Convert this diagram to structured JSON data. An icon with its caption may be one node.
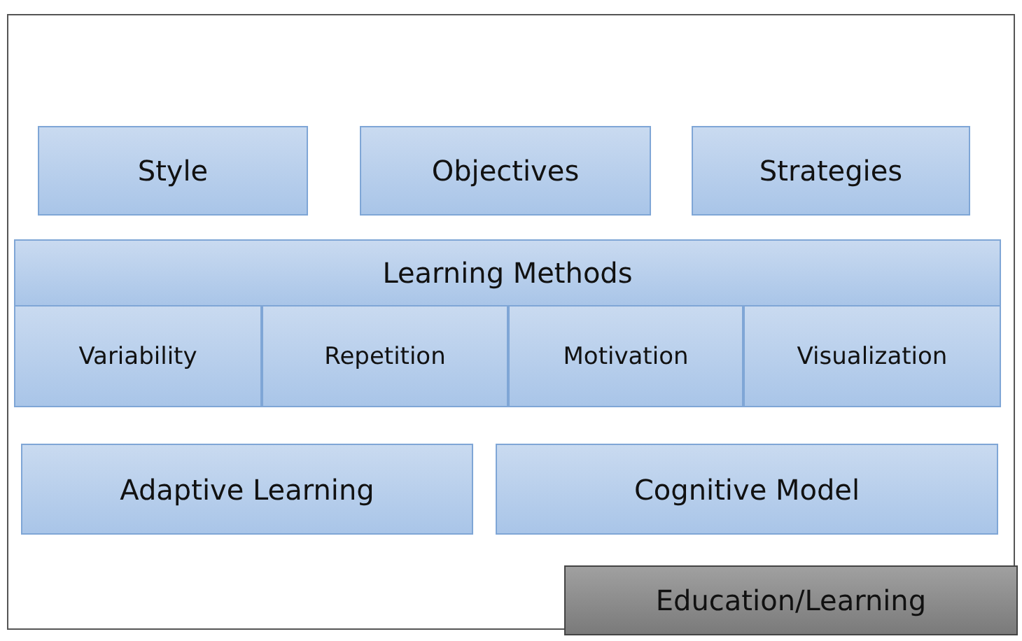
{
  "diagram": {
    "nodes": [
      {
        "text": [
          "Style"
        ]
      },
      {
        "text": [
          "Objectives"
        ]
      },
      {
        "text": [
          "Strategies"
        ]
      },
      {
        "text": [
          "Learning Methods"
        ]
      },
      {
        "text": [
          "Variability"
        ]
      },
      {
        "text": [
          "Repetition"
        ]
      },
      {
        "text": [
          "Motivation"
        ]
      },
      {
        "text": [
          "Visualization"
        ]
      },
      {
        "text": [
          "Adaptive Learning"
        ]
      },
      {
        "text": [
          "Cognitive Model"
        ]
      },
      {
        "text": [
          "Education/Learning"
        ]
      }
    ]
  }
}
